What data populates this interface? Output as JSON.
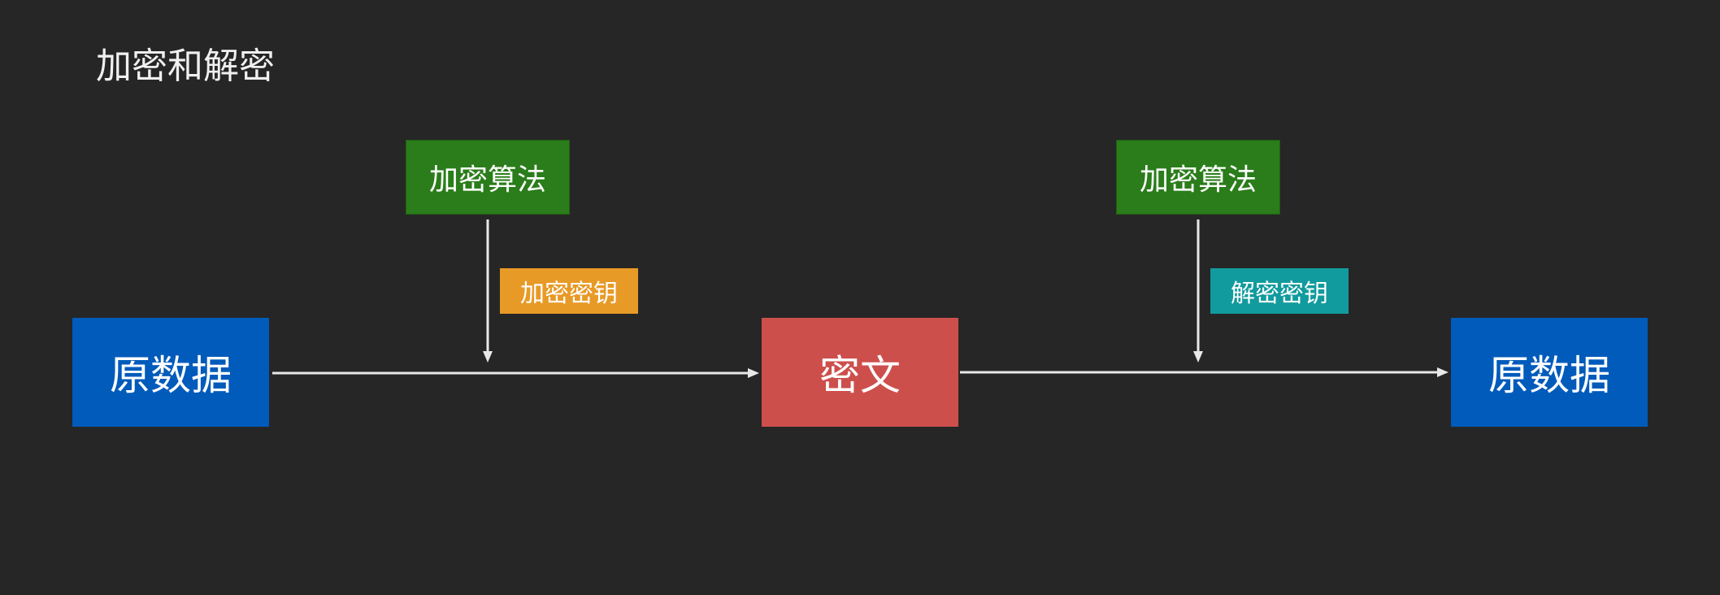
{
  "title": "加密和解密",
  "nodes": {
    "source": {
      "label": "原数据",
      "color": "#005bbb"
    },
    "ciphertext": {
      "label": "密文",
      "color": "#cd4f4c"
    },
    "target": {
      "label": "原数据",
      "color": "#005bbb"
    }
  },
  "algorithms": {
    "left": {
      "label": "加密算法",
      "color": "#2a7d1a"
    },
    "right": {
      "label": "加密算法",
      "color": "#2a7d1a"
    }
  },
  "keys": {
    "encrypt": {
      "label": "加密密钥",
      "color": "#e89a27"
    },
    "decrypt": {
      "label": "解密密钥",
      "color": "#119b9e"
    }
  }
}
